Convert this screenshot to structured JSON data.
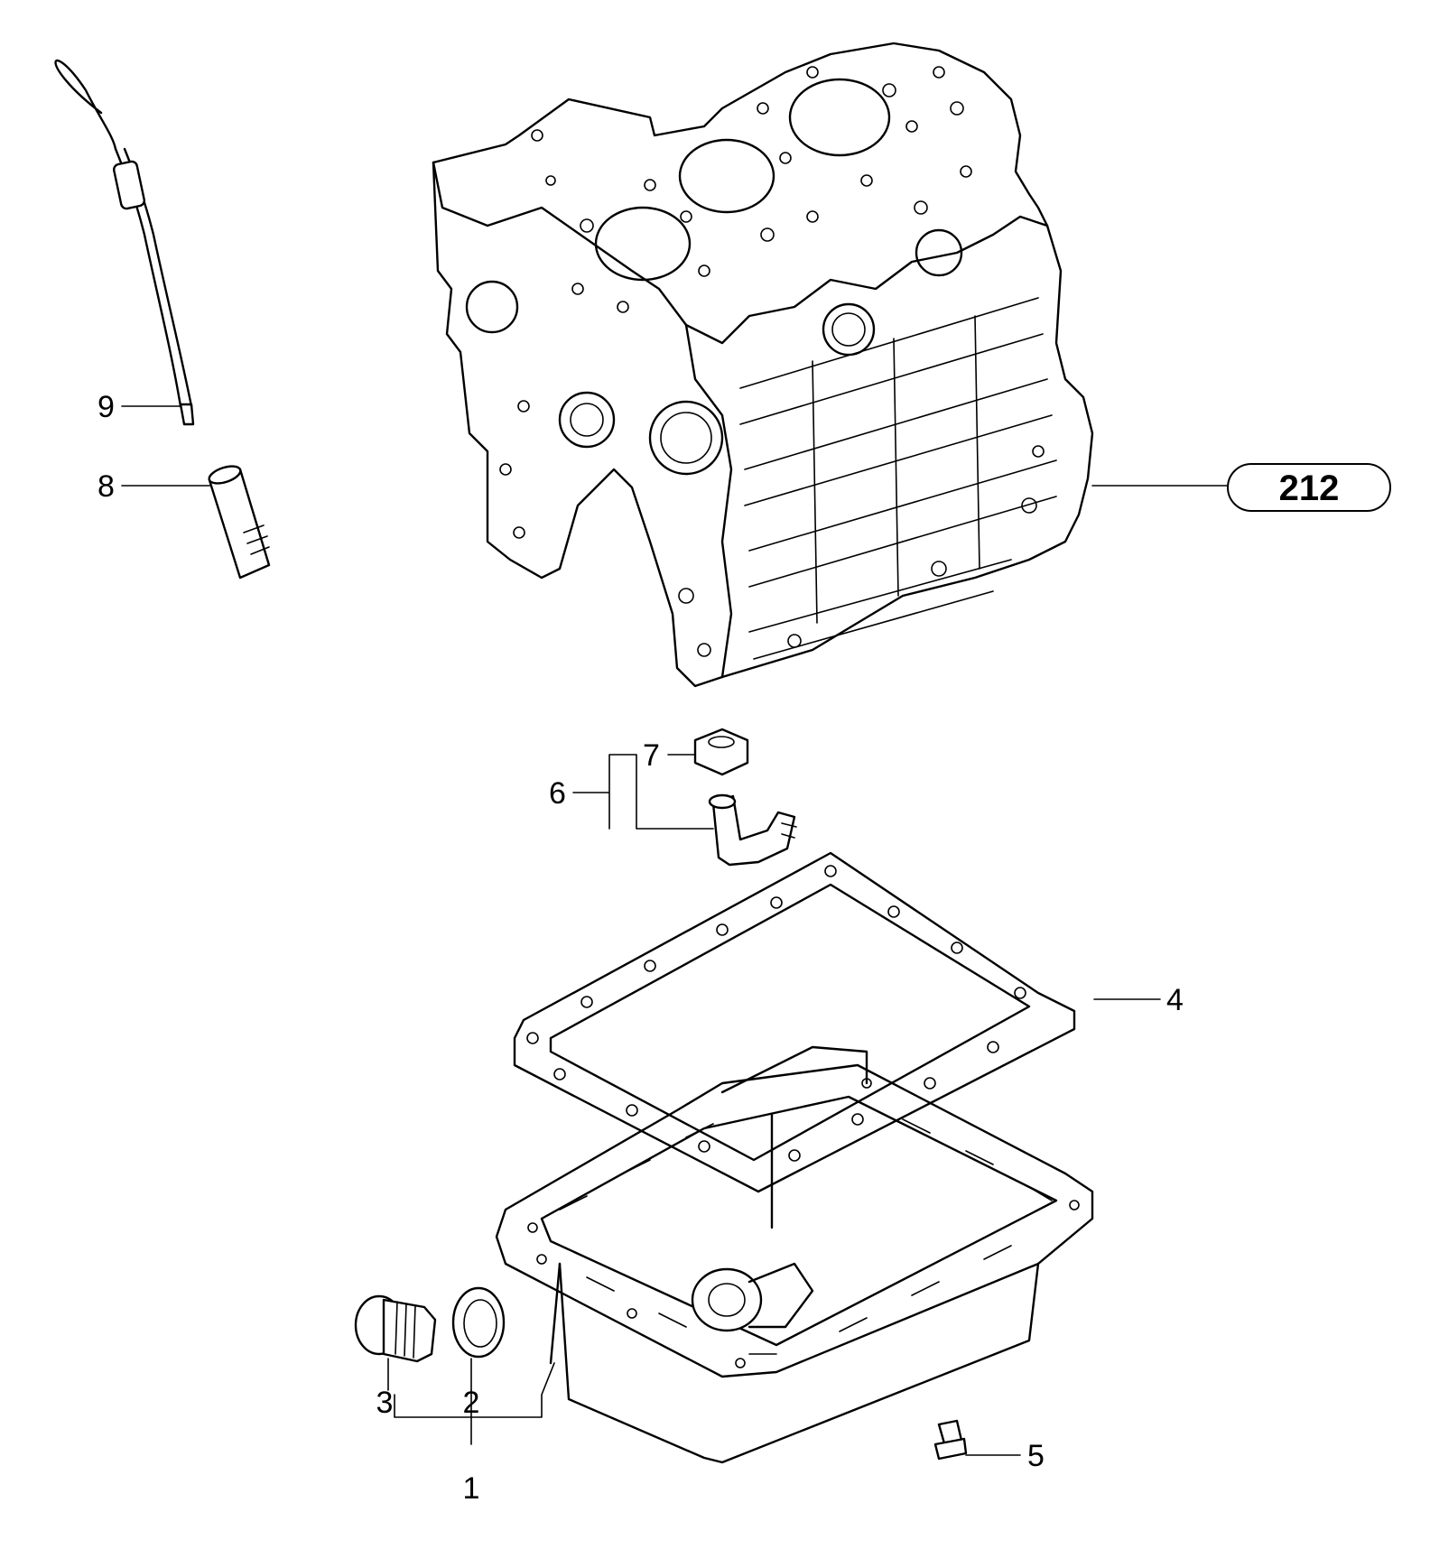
{
  "diagram": {
    "reference_badge": "212",
    "callouts": [
      {
        "id": "1",
        "text": "1"
      },
      {
        "id": "2",
        "text": "2"
      },
      {
        "id": "3",
        "text": "3"
      },
      {
        "id": "4",
        "text": "4"
      },
      {
        "id": "5",
        "text": "5"
      },
      {
        "id": "6",
        "text": "6"
      },
      {
        "id": "7",
        "text": "7"
      },
      {
        "id": "8",
        "text": "8"
      },
      {
        "id": "9",
        "text": "9"
      }
    ]
  }
}
